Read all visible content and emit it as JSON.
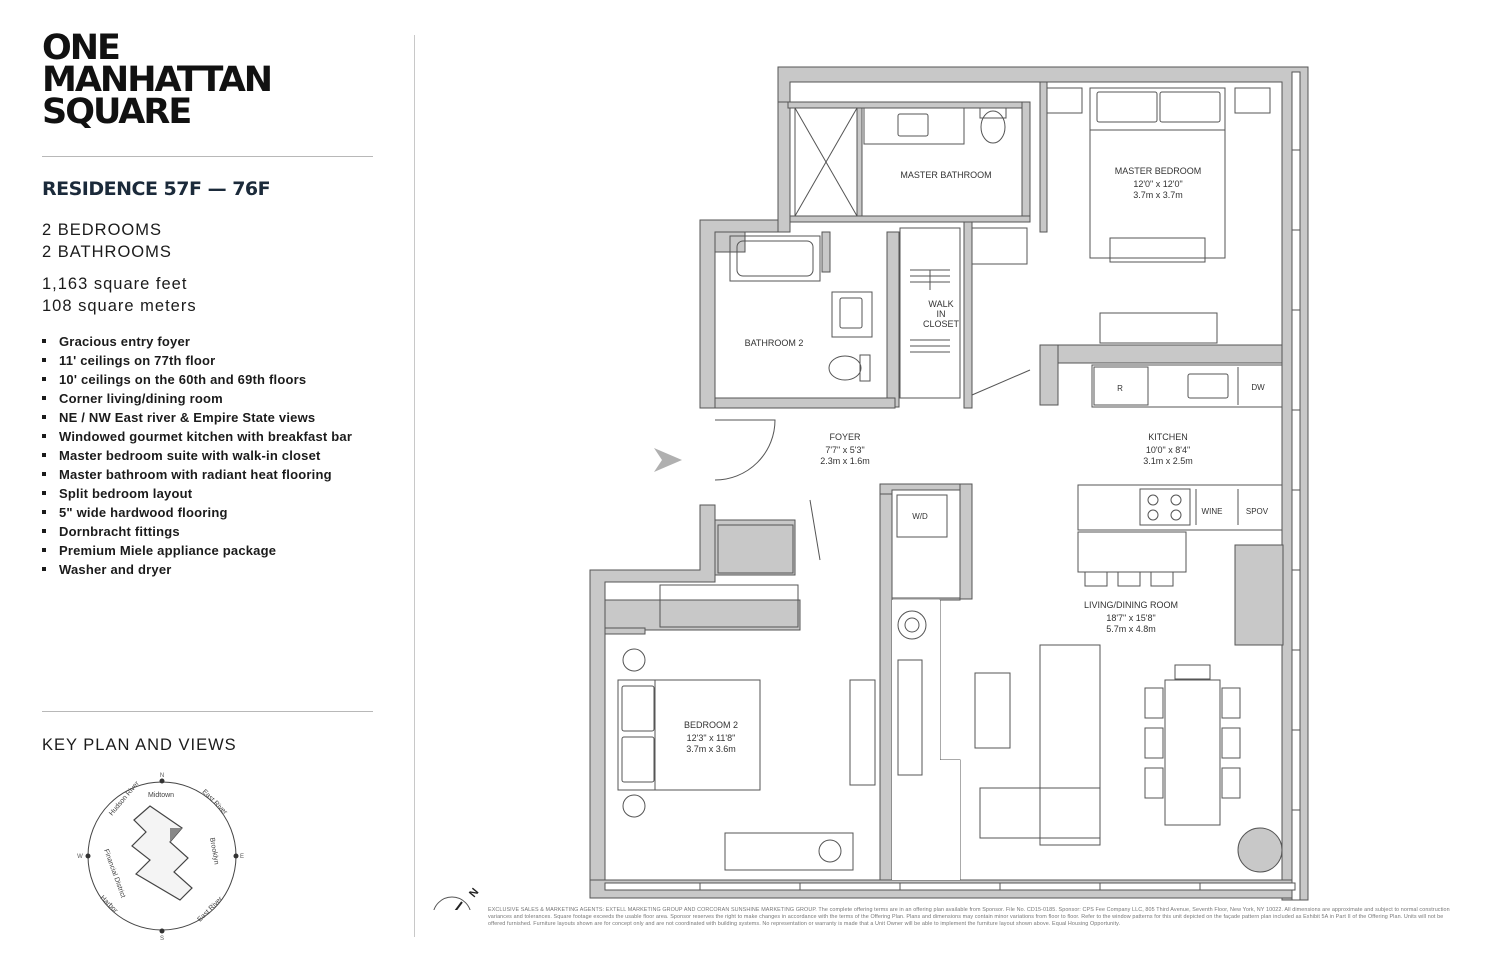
{
  "brand": {
    "line1": "ONE",
    "line2": "MANHATTAN",
    "line3": "SQUARE"
  },
  "residence": {
    "title": "RESIDENCE 57F — 76F",
    "bedrooms": "2 BEDROOMS",
    "bathrooms": "2 BATHROOMS",
    "sqft": "1,163 square feet",
    "sqm": "108 square meters"
  },
  "features": [
    "Gracious entry foyer",
    "11' ceilings on 77th floor",
    "10' ceilings on the 60th and 69th floors",
    "Corner living/dining room",
    "NE / NW East river & Empire State views",
    "Windowed gourmet kitchen with breakfast bar",
    "Master bedroom suite with walk-in closet",
    "Master bathroom with radiant heat flooring",
    "Split bedroom layout",
    "5\" wide hardwood flooring",
    "Dornbracht fittings",
    "Premium Miele appliance package",
    "Washer and dryer"
  ],
  "keyplan": {
    "title": "KEY PLAN AND VIEWS",
    "labels": {
      "n": "N",
      "s": "S",
      "e": "E",
      "w": "W",
      "hudson": "Hudson River",
      "midtown": "Midtown",
      "east_river_top": "East River",
      "brooklyn": "Brooklyn",
      "east_river_bottom": "East River",
      "harbor": "Harbor",
      "financial": "Financial District"
    }
  },
  "rooms": {
    "master_bathroom": {
      "name": "MASTER BATHROOM"
    },
    "master_bedroom": {
      "name": "MASTER BEDROOM",
      "dim_ft": "12'0\" x 12'0\"",
      "dim_m": "3.7m x 3.7m"
    },
    "walk_in_closet": {
      "line1": "WALK",
      "line2": "IN",
      "line3": "CLOSET"
    },
    "bathroom2": {
      "name": "BATHROOM 2"
    },
    "foyer": {
      "name": "FOYER",
      "dim_ft": "7'7\" x 5'3\"",
      "dim_m": "2.3m x 1.6m"
    },
    "kitchen": {
      "name": "KITCHEN",
      "dim_ft": "10'0\" x 8'4\"",
      "dim_m": "3.1m x 2.5m"
    },
    "living": {
      "name": "LIVING/DINING ROOM",
      "dim_ft": "18'7\" x 15'8\"",
      "dim_m": "5.7m x 4.8m"
    },
    "bedroom2": {
      "name": "BEDROOM 2",
      "dim_ft": "12'3\" x 11'8\"",
      "dim_m": "3.7m x 3.6m"
    }
  },
  "appliances": {
    "fridge": "R",
    "dishwasher": "DW",
    "wine": "WINE",
    "spov": "SPOV",
    "washer_dryer": "W/D"
  },
  "compass": {
    "north": "N"
  },
  "disclaimer": "EXCLUSIVE SALES & MARKETING AGENTS: EXTELL MARKETING GROUP AND CORCORAN SUNSHINE MARKETING GROUP. The complete offering terms are in an offering plan available from Sponsor. File No. CD15-0185. Sponsor: CPS Fee Company LLC, 805 Third Avenue, Seventh Floor, New York, NY 10022. All dimensions are approximate and subject to normal construction variances and tolerances. Square footage exceeds the usable floor area. Sponsor reserves the right to make changes in accordance with the terms of the Offering Plan. Plans and dimensions may contain minor variations from floor to floor. Refer to the window patterns for this unit depicted on the façade pattern plan included as Exhibit 5A in Part II of the Offering Plan. Units will not be offered furnished. Furniture layouts shown are for concept only and are not coordinated with building systems. No representation or warranty is made that a Unit Owner will be able to implement the furniture layout shown above. Equal Housing Opportunity.",
  "colors": {
    "wall": "#c8c8c8",
    "line": "#555555",
    "text": "#1b1b1b"
  }
}
